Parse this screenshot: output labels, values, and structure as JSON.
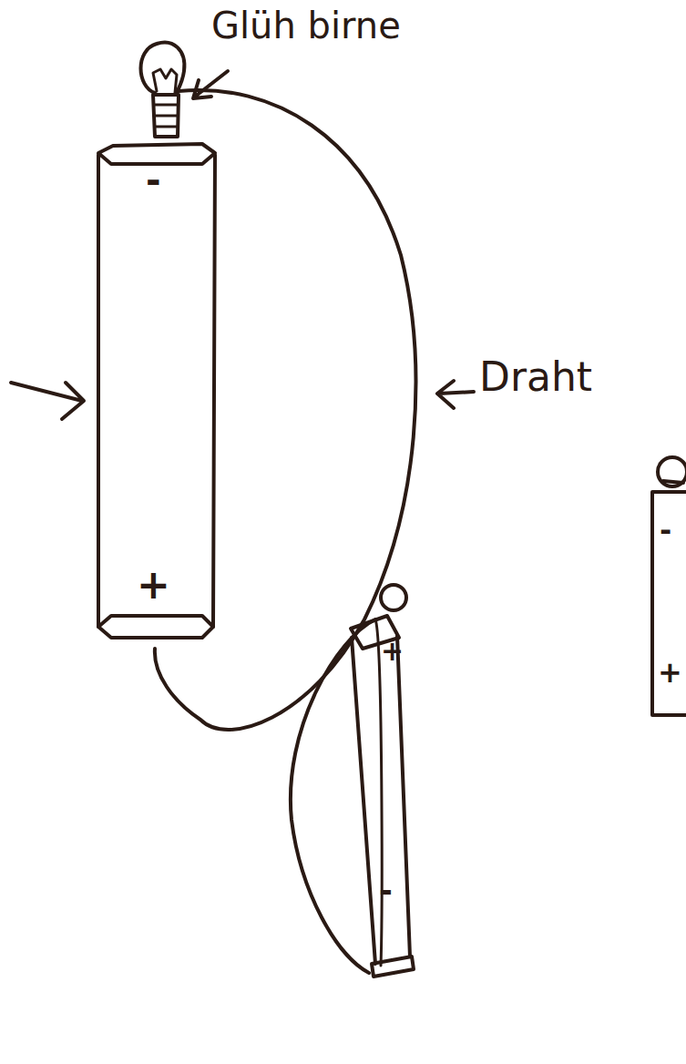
{
  "diagram": {
    "labels": [
      "Glüh birne",
      "-",
      "+",
      "Draht",
      "-",
      "+",
      "+",
      "-"
    ]
  }
}
